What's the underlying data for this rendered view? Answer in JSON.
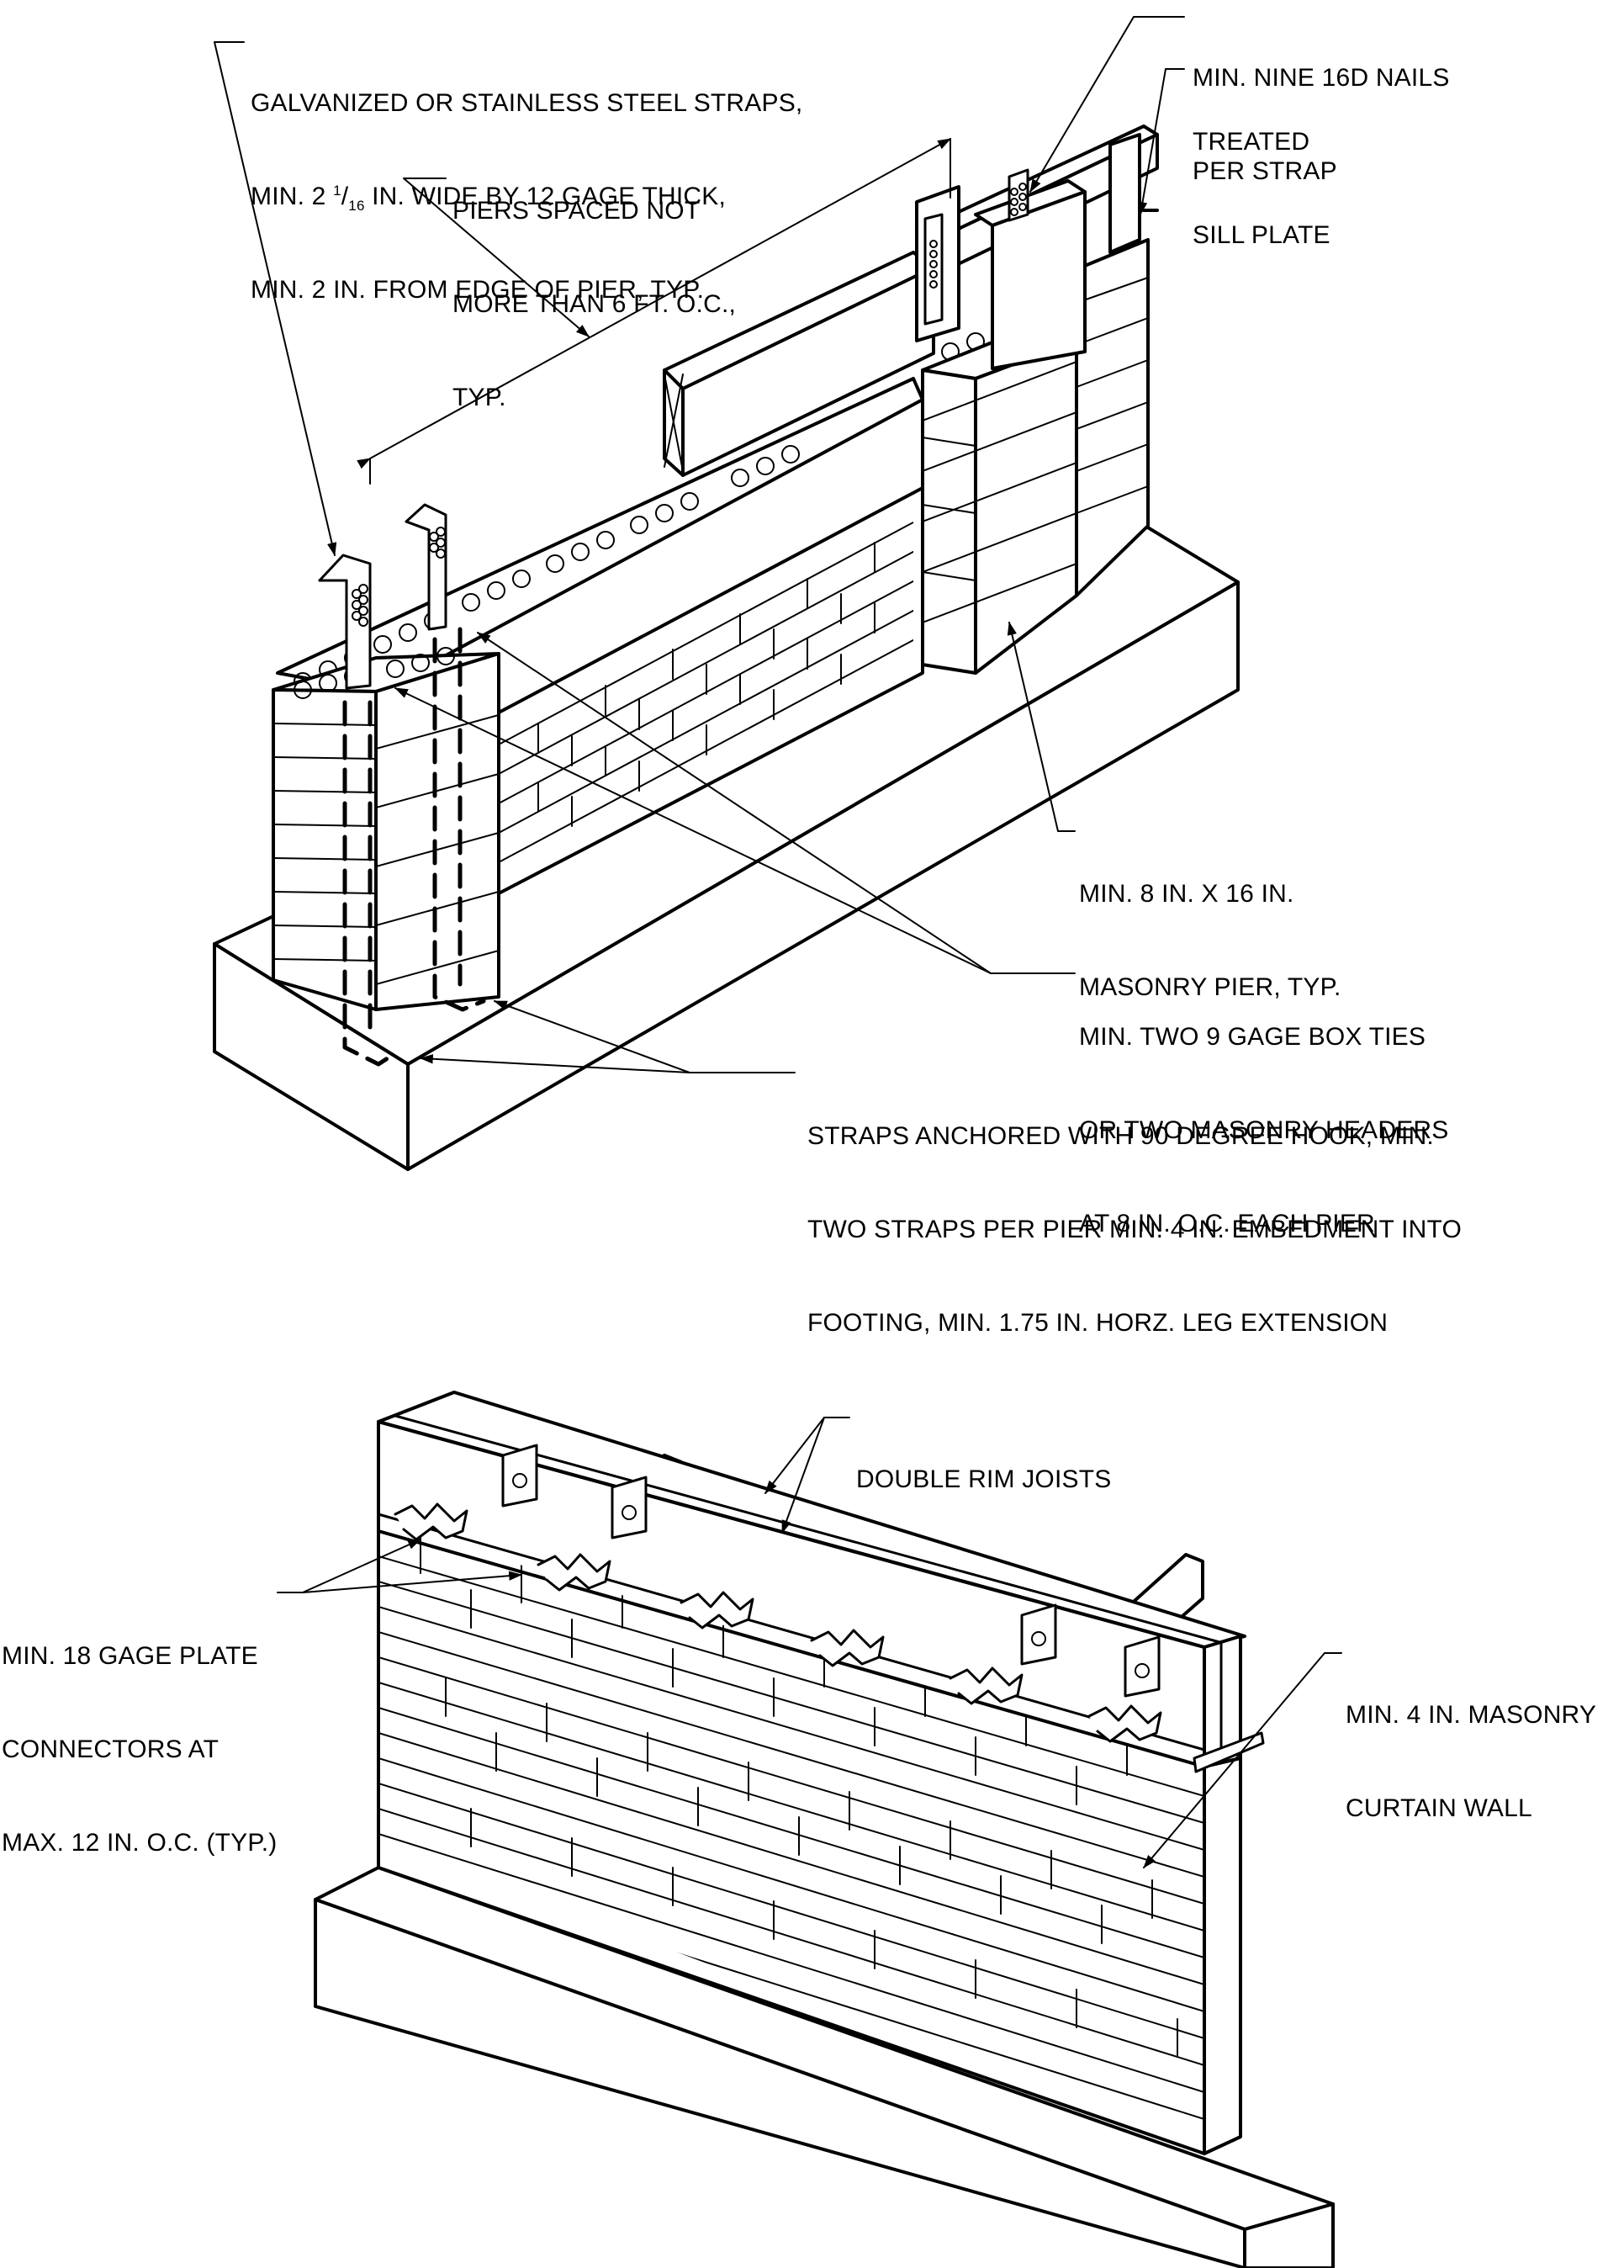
{
  "detail_top": {
    "labels": {
      "straps": {
        "line1": "GALVANIZED OR STAINLESS STEEL STRAPS,",
        "line2_pre": "MIN. 2 ",
        "line2_num": "1",
        "line2_slash": "/",
        "line2_den": "16",
        "line2_post": " IN. WIDE BY 12 GAGE THICK,",
        "line3": "MIN. 2 IN. FROM EDGE OF PIER, TYP."
      },
      "piers_spaced": [
        "PIERS SPACED NOT",
        "MORE THAN 6 FT. O.C.,",
        "TYP."
      ],
      "nails": [
        "MIN. NINE 16D NAILS",
        "PER STRAP"
      ],
      "sill": [
        "TREATED",
        "SILL PLATE"
      ],
      "pier_size": [
        "MIN. 8 IN. X 16 IN.",
        "MASONRY PIER, TYP."
      ],
      "box_ties": [
        "MIN. TWO 9 GAGE BOX TIES",
        "OR TWO MASONRY HEADERS",
        "AT 8 IN. O.C. EACH PIER"
      ],
      "hook": [
        "STRAPS ANCHORED WITH 90 DEGREE HOOK, MIN.",
        "TWO STRAPS PER PIER MIN. 4 IN. EMBEDMENT INTO",
        "FOOTING, MIN. 1.75 IN. HORZ. LEG EXTENSION"
      ]
    }
  },
  "detail_bottom": {
    "labels": {
      "rim_joists": [
        "DOUBLE RIM JOISTS"
      ],
      "plate_connectors": [
        "MIN. 18 GAGE PLATE",
        "CONNECTORS AT",
        "MAX. 12 IN. O.C. (TYP.)"
      ],
      "curtain_wall": [
        "MIN. 4 IN. MASONRY",
        "CURTAIN WALL"
      ]
    }
  }
}
